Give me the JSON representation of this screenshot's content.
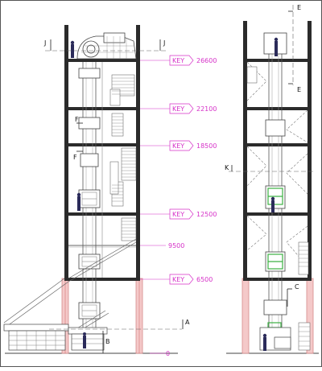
{
  "drawing": {
    "colors": {
      "steel": "#222222",
      "magenta": "#d631c8",
      "green": "#3cb043",
      "ghost": "#f4c9c9",
      "line": "#444444"
    },
    "elevations": [
      {
        "key": "KEY",
        "value": "26600"
      },
      {
        "key": "KEY",
        "value": "22100"
      },
      {
        "key": "KEY",
        "value": "18500"
      },
      {
        "key": "KEY",
        "value": "12500"
      },
      {
        "key": "",
        "value": "9500"
      },
      {
        "key": "KEY",
        "value": "6500"
      },
      {
        "key": "",
        "value": "0"
      }
    ],
    "section_marks": {
      "j_left": "J",
      "j_right": "J",
      "f_upper": "F",
      "f_lower": "F",
      "a": "A",
      "b": "B",
      "e_top": "E",
      "e_bottom": "E",
      "k": "K",
      "c": "C"
    }
  }
}
